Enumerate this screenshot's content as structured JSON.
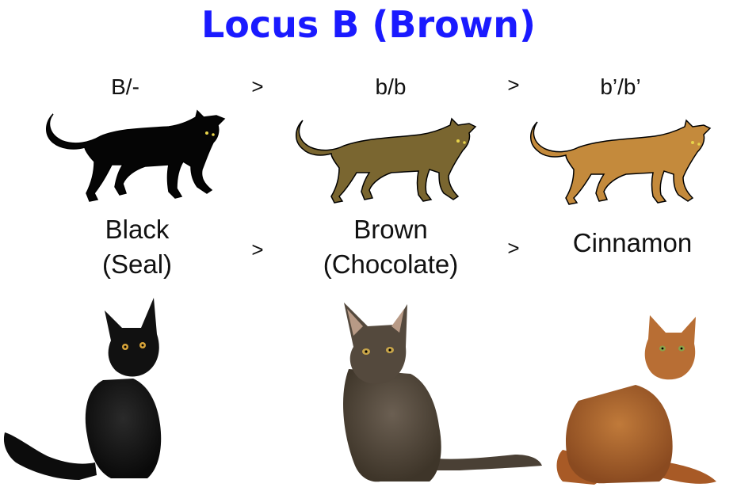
{
  "title": "Locus B (Brown)",
  "colors": {
    "title": "#1a1aff",
    "black": "#050505",
    "brown": "#7a6630",
    "cinnamon": "#c48a3c",
    "eye": "#e8d44a"
  },
  "genotypes": [
    {
      "label": "B/-"
    },
    {
      "label": "b/b"
    },
    {
      "label": "b’/b’"
    }
  ],
  "dominance_symbol": ">",
  "phenotypes": [
    {
      "line1": "Black",
      "line2": "(Seal)"
    },
    {
      "line1": "Brown",
      "line2": "(Chocolate)"
    },
    {
      "line1": "Cinnamon",
      "line2": ""
    }
  ],
  "silhouettes": [
    "black-cat-silhouette",
    "brown-cat-silhouette",
    "cinnamon-cat-silhouette"
  ],
  "photos": [
    "black-cat-photo",
    "brown-cat-photo",
    "cinnamon-cat-photo"
  ]
}
